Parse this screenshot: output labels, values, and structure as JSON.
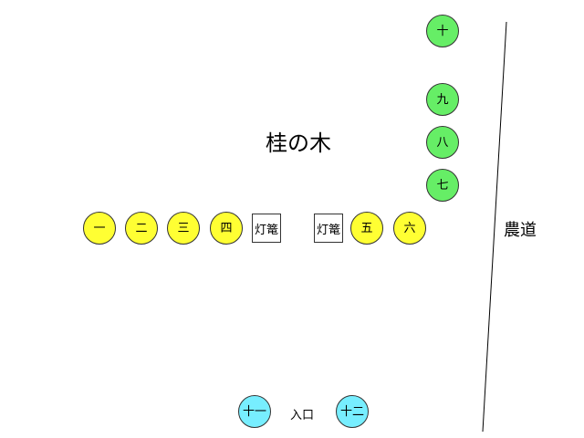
{
  "title": "桂の木",
  "road_label": "農道",
  "entrance_label": "入口",
  "lantern_label": "灯篭",
  "colors": {
    "yellow": "#ffff33",
    "green": "#66ee66",
    "cyan": "#77eeff",
    "outline": "#333333"
  },
  "yellow_markers": [
    "一",
    "二",
    "三",
    "四",
    "五",
    "六"
  ],
  "green_markers": [
    "七",
    "八",
    "九",
    "十"
  ],
  "cyan_markers": [
    "十一",
    "十二"
  ]
}
